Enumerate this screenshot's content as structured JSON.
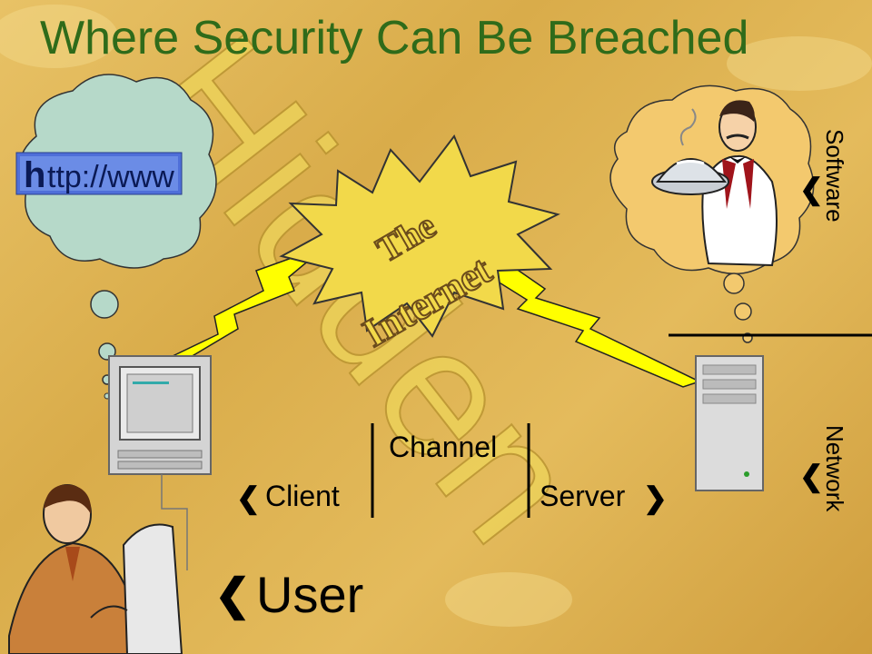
{
  "title": "Where Security Can Be Breached",
  "watermark": "Hidden",
  "internet_label_line1": "The",
  "internet_label_line2": "Internet",
  "http_badge": {
    "h": "h",
    "rest": "ttp://www"
  },
  "labels": {
    "client": "Client",
    "server": "Server",
    "channel": "Channel",
    "user": "User",
    "software": "Software",
    "network": "Network"
  },
  "icons": {
    "pointer": "chevron-left-icon",
    "pointer_right": "chevron-right-icon"
  },
  "colors": {
    "title": "#2f6b1a",
    "lightning": "#ffff00",
    "burst": "#f2d94a",
    "watermark": "#eed55a",
    "cloud_left": "#b6d9c9",
    "cloud_right": "#f3c96e"
  }
}
